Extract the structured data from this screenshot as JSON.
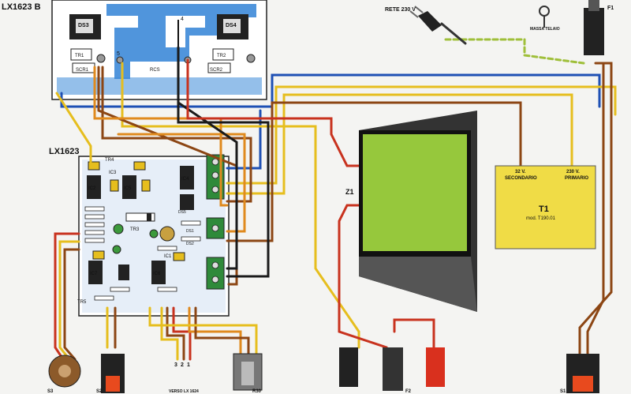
{
  "boards": {
    "top": {
      "label": "LX1623 B",
      "components": [
        "DS3",
        "DS4",
        "TR1",
        "TR2",
        "SCR1",
        "SCR2",
        "RCS",
        "5",
        "4"
      ]
    },
    "main": {
      "label": "LX1623",
      "components": [
        "IC2",
        "IC3",
        "IC5",
        "IC4",
        "TR3",
        "TR4",
        "IC1",
        "IC6",
        "IC7",
        "TR5",
        "DS1",
        "DS2",
        "DS5"
      ]
    }
  },
  "mains": {
    "label": "RETE 230 V"
  },
  "chassis": {
    "label": "MASSA TELAIO"
  },
  "fuse": {
    "label": "F1"
  },
  "transformer": {
    "label": "T1",
    "model": "mod. T190.01",
    "secondary_voltage": "32 V.",
    "secondary_label": "SECONDARIO",
    "primary_voltage": "230 V.",
    "primary_label": "PRIMARIO"
  },
  "meter": {
    "label": "Z1"
  },
  "bottom_labels": {
    "s3": "S3",
    "s2": "S2",
    "pins": [
      "3",
      "2",
      "1"
    ],
    "verso": "VERSO LX 1624",
    "r30": "R30",
    "f2": "F2",
    "s1": "S1"
  },
  "colors": {
    "board": "#ffffff",
    "trace": "#1e78d2",
    "wire_red": "#c8321e",
    "wire_yellow": "#e6be1e",
    "wire_brown": "#8c4614",
    "wire_blue": "#1e50b4",
    "wire_black": "#1a1a1a",
    "meter_face": "#96c83c",
    "transformer": "#f0dc46"
  }
}
